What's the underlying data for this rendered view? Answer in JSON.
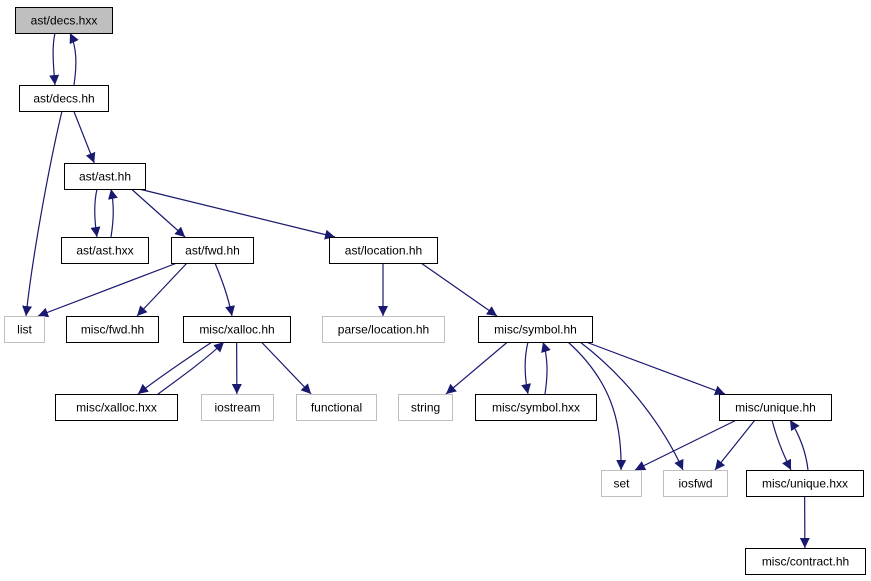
{
  "colors": {
    "edge": "#191970",
    "node_border": "#000000",
    "external_border": "#bfbfbf",
    "root_fill": "#bfbfbf",
    "node_fill": "#ffffff"
  },
  "nodes": [
    {
      "id": "decs_hxx",
      "label": "ast/decs.hxx",
      "kind": "root"
    },
    {
      "id": "decs_hh",
      "label": "ast/decs.hh",
      "kind": "file"
    },
    {
      "id": "ast_hh",
      "label": "ast/ast.hh",
      "kind": "file"
    },
    {
      "id": "ast_hxx",
      "label": "ast/ast.hxx",
      "kind": "file"
    },
    {
      "id": "fwd_hh",
      "label": "ast/fwd.hh",
      "kind": "file"
    },
    {
      "id": "location_hh",
      "label": "ast/location.hh",
      "kind": "file"
    },
    {
      "id": "list",
      "label": "list",
      "kind": "external"
    },
    {
      "id": "misc_fwd_hh",
      "label": "misc/fwd.hh",
      "kind": "file"
    },
    {
      "id": "xalloc_hh",
      "label": "misc/xalloc.hh",
      "kind": "file"
    },
    {
      "id": "parse_location_hh",
      "label": "parse/location.hh",
      "kind": "external"
    },
    {
      "id": "symbol_hh",
      "label": "misc/symbol.hh",
      "kind": "file"
    },
    {
      "id": "xalloc_hxx",
      "label": "misc/xalloc.hxx",
      "kind": "file"
    },
    {
      "id": "iostream",
      "label": "iostream",
      "kind": "external"
    },
    {
      "id": "functional",
      "label": "functional",
      "kind": "external"
    },
    {
      "id": "string",
      "label": "string",
      "kind": "external"
    },
    {
      "id": "symbol_hxx",
      "label": "misc/symbol.hxx",
      "kind": "file"
    },
    {
      "id": "unique_hh",
      "label": "misc/unique.hh",
      "kind": "file"
    },
    {
      "id": "set",
      "label": "set",
      "kind": "external"
    },
    {
      "id": "iosfwd",
      "label": "iosfwd",
      "kind": "external"
    },
    {
      "id": "unique_hxx",
      "label": "misc/unique.hxx",
      "kind": "file"
    },
    {
      "id": "contract_hh",
      "label": "misc/contract.hh",
      "kind": "file"
    }
  ],
  "edges": [
    {
      "from": "decs_hxx",
      "to": "decs_hh"
    },
    {
      "from": "decs_hh",
      "to": "decs_hxx"
    },
    {
      "from": "decs_hh",
      "to": "ast_hh"
    },
    {
      "from": "decs_hh",
      "to": "list"
    },
    {
      "from": "ast_hh",
      "to": "ast_hxx"
    },
    {
      "from": "ast_hxx",
      "to": "ast_hh"
    },
    {
      "from": "ast_hh",
      "to": "fwd_hh"
    },
    {
      "from": "ast_hh",
      "to": "location_hh"
    },
    {
      "from": "fwd_hh",
      "to": "list"
    },
    {
      "from": "fwd_hh",
      "to": "misc_fwd_hh"
    },
    {
      "from": "fwd_hh",
      "to": "xalloc_hh"
    },
    {
      "from": "location_hh",
      "to": "parse_location_hh"
    },
    {
      "from": "location_hh",
      "to": "symbol_hh"
    },
    {
      "from": "xalloc_hh",
      "to": "xalloc_hxx"
    },
    {
      "from": "xalloc_hxx",
      "to": "xalloc_hh"
    },
    {
      "from": "xalloc_hh",
      "to": "iostream"
    },
    {
      "from": "xalloc_hh",
      "to": "functional"
    },
    {
      "from": "symbol_hh",
      "to": "string"
    },
    {
      "from": "symbol_hh",
      "to": "symbol_hxx"
    },
    {
      "from": "symbol_hxx",
      "to": "symbol_hh"
    },
    {
      "from": "symbol_hh",
      "to": "unique_hh"
    },
    {
      "from": "symbol_hh",
      "to": "set"
    },
    {
      "from": "symbol_hh",
      "to": "iosfwd"
    },
    {
      "from": "unique_hh",
      "to": "set"
    },
    {
      "from": "unique_hh",
      "to": "iosfwd"
    },
    {
      "from": "unique_hh",
      "to": "unique_hxx"
    },
    {
      "from": "unique_hxx",
      "to": "unique_hh"
    },
    {
      "from": "unique_hxx",
      "to": "contract_hh"
    }
  ]
}
